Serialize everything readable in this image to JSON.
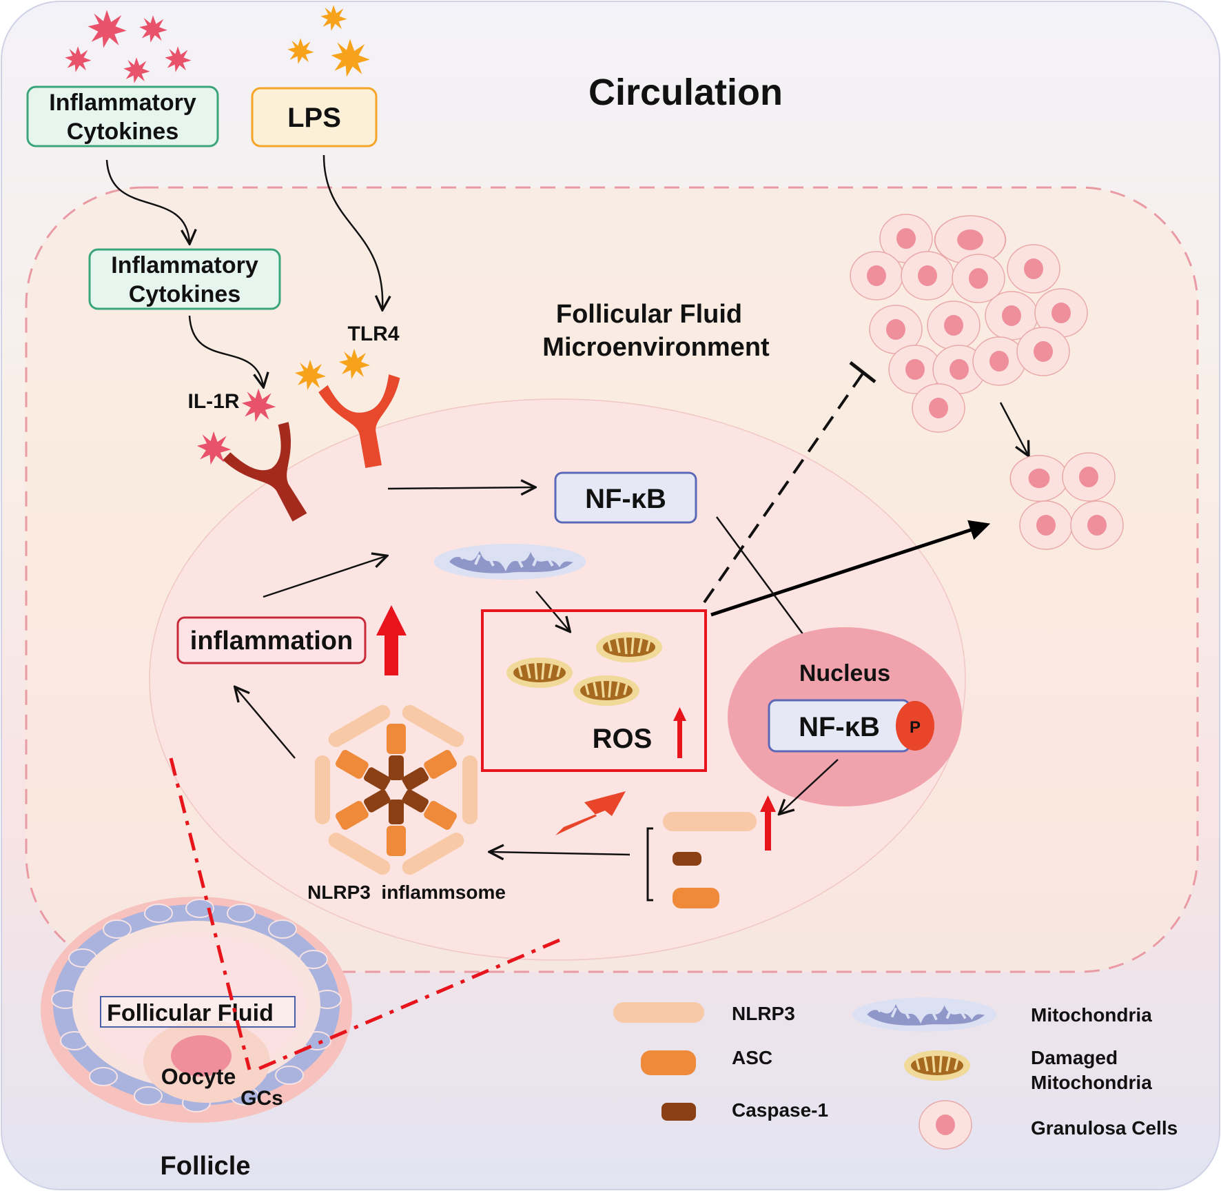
{
  "title": "Circulation",
  "microenvironment_label": [
    "Follicular Fluid",
    "Microenvironment"
  ],
  "inputs": {
    "cytokines_top": [
      "Inflammatory",
      "Cytokines"
    ],
    "lps": "LPS",
    "cytokines_inner": [
      "Inflammatory",
      "Cytokines"
    ]
  },
  "receptors": {
    "il1r": "IL-1R",
    "tlr4": "TLR4"
  },
  "cell": {
    "nfkb": "NF-κB",
    "nucleus": "Nucleus",
    "nfkb_p": "NF-κB",
    "phospho": "P",
    "ros": "ROS",
    "inflammation": "inflammation",
    "inflammasome": "NLRP3  inflammsome"
  },
  "follicle": {
    "title": "Follicle",
    "fluid": "Follicular Fluid",
    "oocyte": "Oocyte",
    "gcs": "GCs"
  },
  "legend": [
    {
      "label": "NLRP3",
      "icon": "nlrp3-bar"
    },
    {
      "label": "ASC",
      "icon": "asc-bar"
    },
    {
      "label": "Caspase-1",
      "icon": "caspase-bar"
    },
    {
      "label": [
        "Mitochondria"
      ],
      "icon": "mitochondria"
    },
    {
      "label": [
        "Damaged",
        "Mitochondria"
      ],
      "icon": "damaged-mitochondria"
    },
    {
      "label": [
        "Granulosa Cells"
      ],
      "icon": "granulosa-cell"
    }
  ],
  "colors": {
    "cytokine": "#e8526a",
    "lps": "#f7a21b",
    "nlrp3": "#f7c9a6",
    "asc": "#ee8a3a",
    "caspase": "#8b3f14",
    "nucleus": "#f0a3ad",
    "cell_pink": "#fbe2df",
    "red_accent": "#e8141c"
  }
}
